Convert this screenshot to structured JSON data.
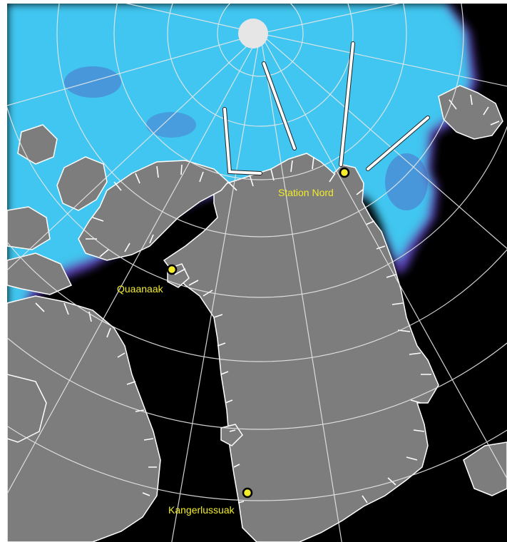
{
  "map": {
    "colors": {
      "ocean": "#000000",
      "sea_ice": "#3fc6f0",
      "sea_ice_edge": "#5b3fb5",
      "land": "#7d7d7d",
      "coastline": "#ffffff",
      "graticule": "#e8e8e8",
      "pole_marker": "#e6e6e6",
      "station_marker": "#f2ec2a",
      "label": "#f2ec2a"
    },
    "stations": [
      {
        "name": "Station Nord"
      },
      {
        "name": "Quaanaak"
      },
      {
        "name": "Kangerlussuak"
      }
    ],
    "icons": {
      "pole": "north-pole-icon",
      "station": "station-marker-icon"
    }
  }
}
